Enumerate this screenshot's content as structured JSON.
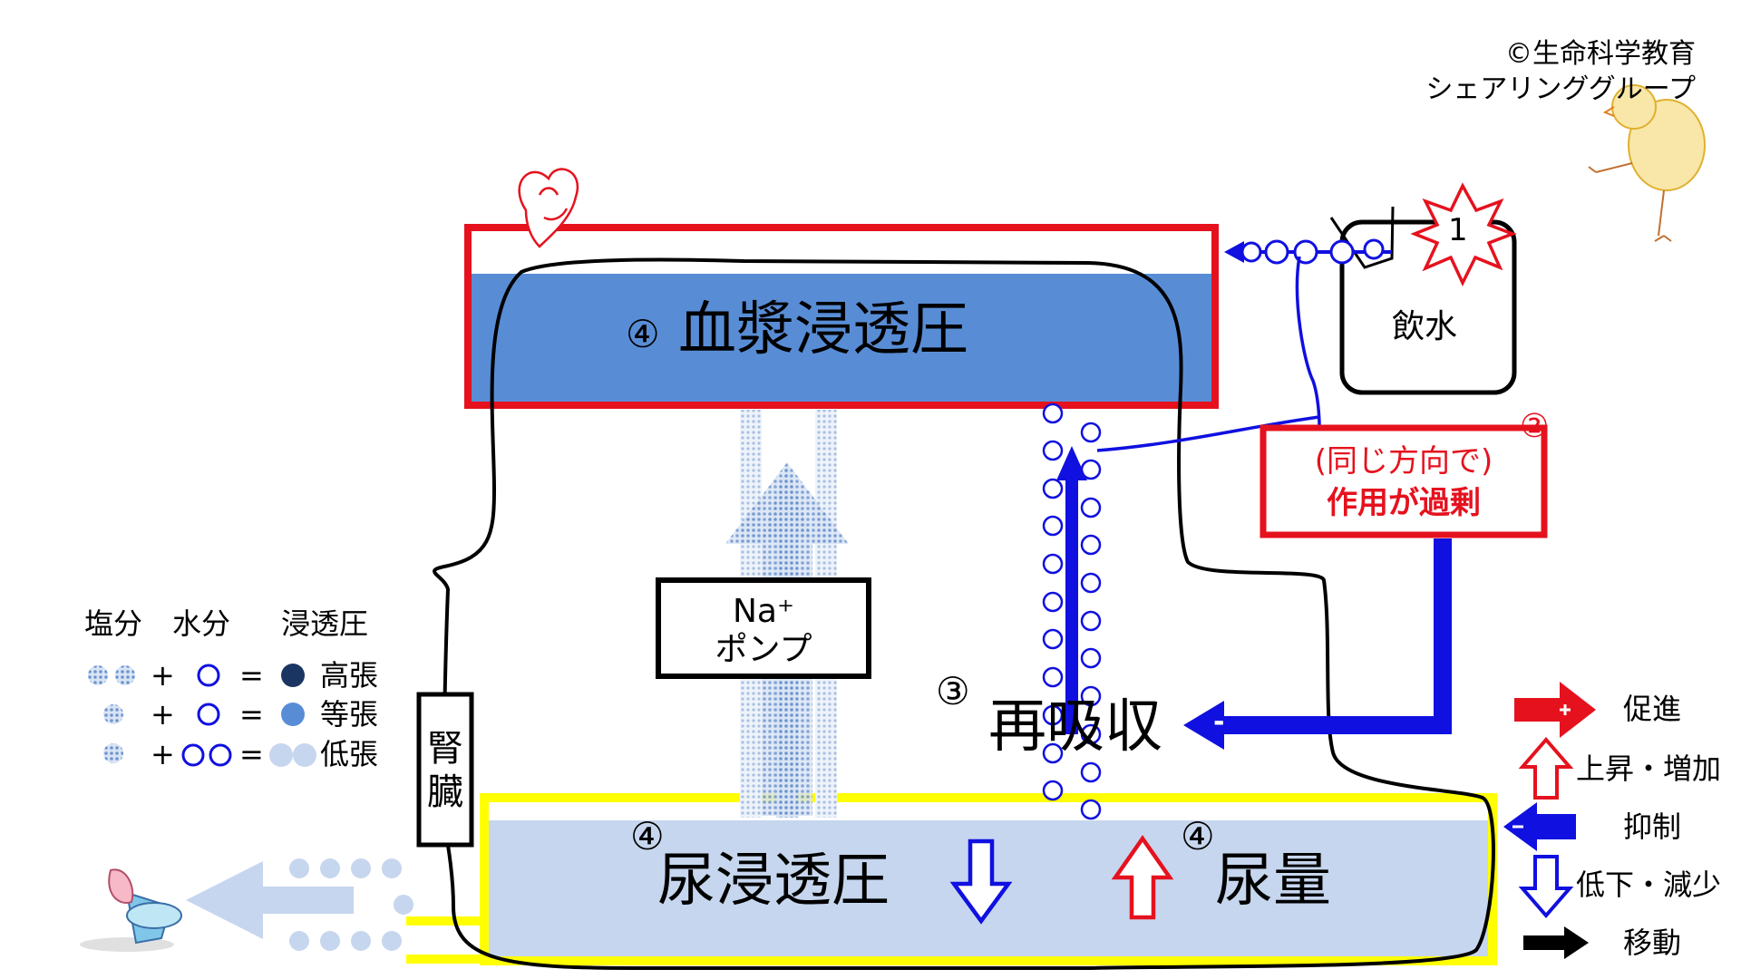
{
  "copyright": "©生命科学教育\nシェアリンググループ",
  "drinking_label": "飲水",
  "explosion_number": "1",
  "plasma": {
    "number": "④",
    "label": "血漿浸透圧"
  },
  "circle2": "②",
  "excess": {
    "line1": "(同じ方向で)",
    "line2": "作用が過剰"
  },
  "pump": {
    "line1": "Na⁺",
    "line2": "ポンプ"
  },
  "reabsorb": {
    "number": "③",
    "label": "再吸収"
  },
  "kidney": {
    "line1": "腎",
    "line2": "臓"
  },
  "urine_osm": {
    "number": "④",
    "label": "尿浸透圧"
  },
  "urine_vol": {
    "number": "④",
    "label": "尿量"
  },
  "minus_sign": "-",
  "legend": {
    "headers": [
      "塩分",
      "水分",
      "浸透圧"
    ],
    "rows": [
      {
        "plus": "+",
        "eq": "=",
        "label": "高張"
      },
      {
        "plus": "+",
        "eq": "=",
        "label": "等張"
      },
      {
        "plus": "+",
        "eq": "=",
        "label": "低張"
      }
    ]
  },
  "key": {
    "promote": "促進",
    "rise": "上昇・増加",
    "suppress": "抑制",
    "fall": "低下・減少",
    "move": "移動"
  },
  "colors": {
    "red": "#e5121e",
    "blue": "#1010e0",
    "plasma_fill": "#588dd6",
    "urine_fill": "#c6d6ee",
    "yellow": "#ffff00",
    "navy": "#1b3563",
    "dotted": "#6e95cf"
  }
}
